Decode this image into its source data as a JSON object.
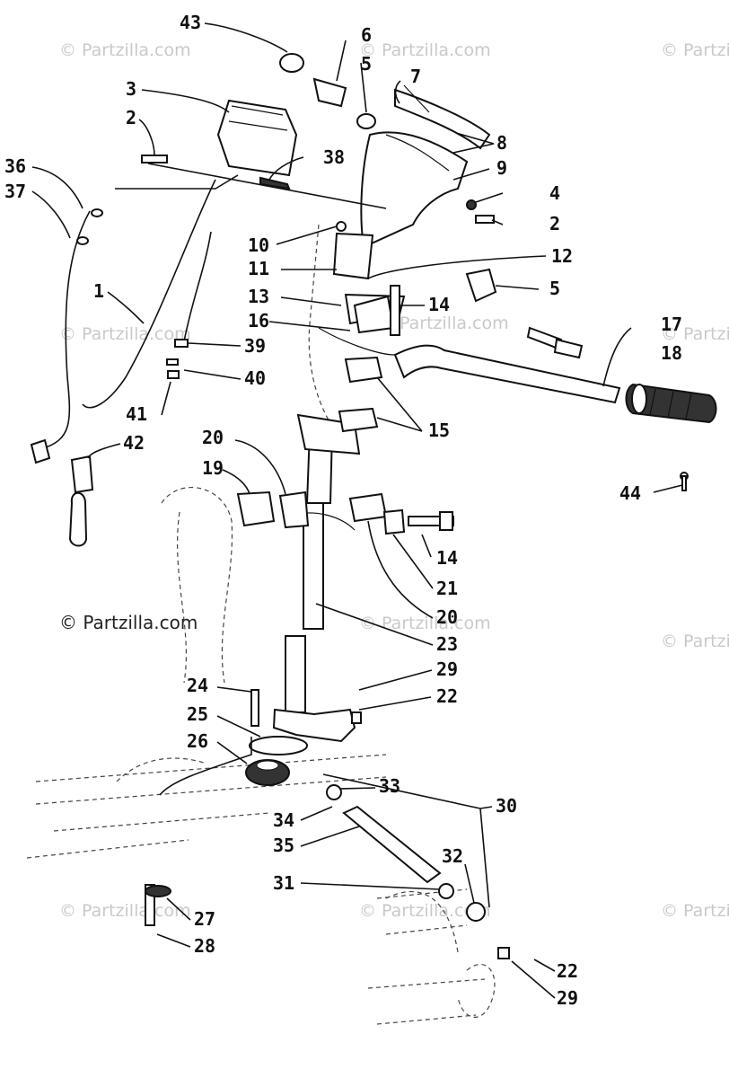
{
  "watermark": "© Partzilla.com",
  "watermark_main": "© Partzilla.com",
  "callouts": [
    {
      "id": "c43",
      "text": "43"
    },
    {
      "id": "c6",
      "text": "6"
    },
    {
      "id": "c5a",
      "text": "5"
    },
    {
      "id": "c7",
      "text": "7"
    },
    {
      "id": "c3",
      "text": "3"
    },
    {
      "id": "c2a",
      "text": "2"
    },
    {
      "id": "c8",
      "text": "8"
    },
    {
      "id": "c36",
      "text": "36"
    },
    {
      "id": "c38",
      "text": "38"
    },
    {
      "id": "c9",
      "text": "9"
    },
    {
      "id": "c37",
      "text": "37"
    },
    {
      "id": "c4",
      "text": "4"
    },
    {
      "id": "c2b",
      "text": "2"
    },
    {
      "id": "c10",
      "text": "10"
    },
    {
      "id": "c12",
      "text": "12"
    },
    {
      "id": "c11",
      "text": "11"
    },
    {
      "id": "c1",
      "text": "1"
    },
    {
      "id": "c5b",
      "text": "5"
    },
    {
      "id": "c13",
      "text": "13"
    },
    {
      "id": "c14a",
      "text": "14"
    },
    {
      "id": "c16",
      "text": "16"
    },
    {
      "id": "c17",
      "text": "17"
    },
    {
      "id": "c39",
      "text": "39"
    },
    {
      "id": "c18",
      "text": "18"
    },
    {
      "id": "c40",
      "text": "40"
    },
    {
      "id": "c41",
      "text": "41"
    },
    {
      "id": "c15",
      "text": "15"
    },
    {
      "id": "c20a",
      "text": "20"
    },
    {
      "id": "c42",
      "text": "42"
    },
    {
      "id": "c19",
      "text": "19"
    },
    {
      "id": "c44",
      "text": "44"
    },
    {
      "id": "c14b",
      "text": "14"
    },
    {
      "id": "c21",
      "text": "21"
    },
    {
      "id": "c20b",
      "text": "20"
    },
    {
      "id": "c23",
      "text": "23"
    },
    {
      "id": "c29a",
      "text": "29"
    },
    {
      "id": "c24",
      "text": "24"
    },
    {
      "id": "c22a",
      "text": "22"
    },
    {
      "id": "c25",
      "text": "25"
    },
    {
      "id": "c26",
      "text": "26"
    },
    {
      "id": "c33",
      "text": "33"
    },
    {
      "id": "c30",
      "text": "30"
    },
    {
      "id": "c34",
      "text": "34"
    },
    {
      "id": "c35",
      "text": "35"
    },
    {
      "id": "c32",
      "text": "32"
    },
    {
      "id": "c31",
      "text": "31"
    },
    {
      "id": "c27",
      "text": "27"
    },
    {
      "id": "c28",
      "text": "28"
    },
    {
      "id": "c22b",
      "text": "22"
    },
    {
      "id": "c29b",
      "text": "29"
    }
  ]
}
